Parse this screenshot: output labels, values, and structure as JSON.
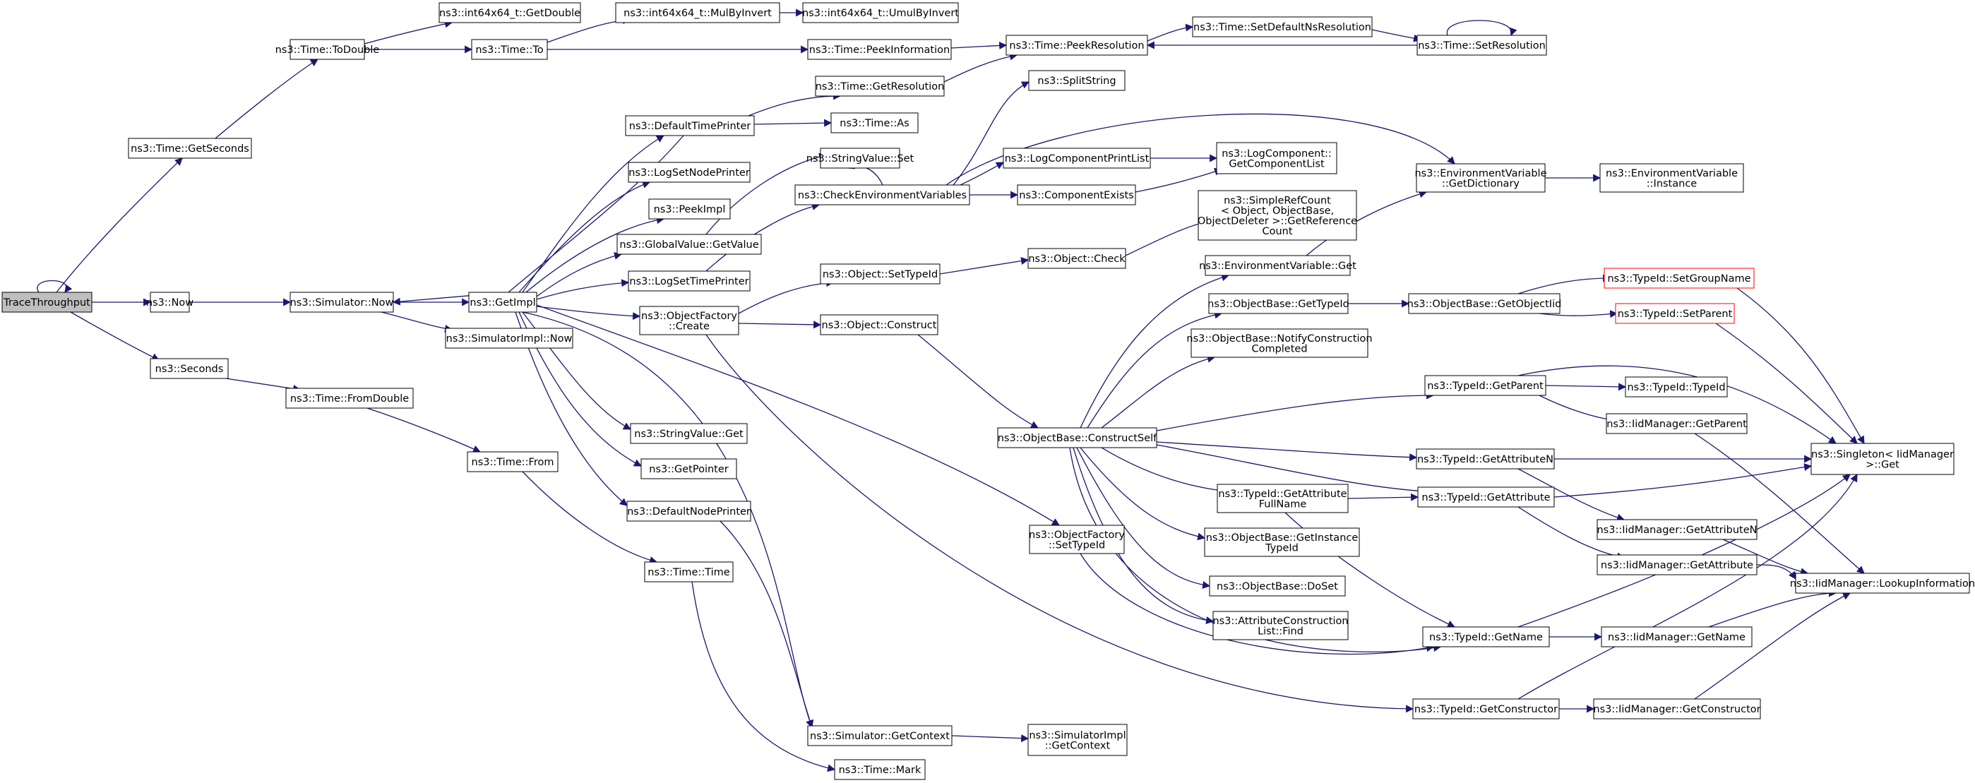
{
  "colors": {
    "edge": "#191970",
    "root_fill": "#bfbfbf",
    "node_border": "#000000",
    "link_border_red": "#ff0000"
  },
  "nodes": [
    {
      "id": "n0",
      "lines": [
        "TraceThroughput"
      ],
      "style": "root"
    },
    {
      "id": "n1",
      "lines": [
        "ns3::Time::GetSeconds"
      ]
    },
    {
      "id": "n2",
      "lines": [
        "ns3::Now"
      ]
    },
    {
      "id": "n3",
      "lines": [
        "ns3::Seconds"
      ]
    },
    {
      "id": "n4",
      "lines": [
        "ns3::Time::ToDouble"
      ]
    },
    {
      "id": "n5",
      "lines": [
        "ns3::Simulator::Now"
      ]
    },
    {
      "id": "n6",
      "lines": [
        "ns3::Time::FromDouble"
      ]
    },
    {
      "id": "n7",
      "lines": [
        "ns3::int64x64_t::GetDouble"
      ]
    },
    {
      "id": "n8",
      "lines": [
        "ns3::Time::To"
      ]
    },
    {
      "id": "n9",
      "lines": [
        "ns3::GetImpl"
      ]
    },
    {
      "id": "n10",
      "lines": [
        "ns3::SimulatorImpl::Now"
      ]
    },
    {
      "id": "n11",
      "lines": [
        "ns3::Time::From"
      ]
    },
    {
      "id": "n12",
      "lines": [
        "ns3::int64x64_t::MulByInvert"
      ]
    },
    {
      "id": "n13",
      "lines": [
        "ns3::int64x64_t::UmulByInvert"
      ]
    },
    {
      "id": "n14",
      "lines": [
        "ns3::Time::PeekInformation"
      ]
    },
    {
      "id": "n15",
      "lines": [
        "ns3::Time::PeekResolution"
      ]
    },
    {
      "id": "n16",
      "lines": [
        "ns3::Time::SetDefaultNsResolution"
      ]
    },
    {
      "id": "n17",
      "lines": [
        "ns3::Time::SetResolution"
      ]
    },
    {
      "id": "n18",
      "lines": [
        "ns3::Time::GetResolution"
      ]
    },
    {
      "id": "n19",
      "lines": [
        "ns3::DefaultTimePrinter"
      ]
    },
    {
      "id": "n20",
      "lines": [
        "ns3::Time::As"
      ]
    },
    {
      "id": "n21",
      "lines": [
        "ns3::SplitString"
      ]
    },
    {
      "id": "n22",
      "lines": [
        "ns3::LogSetNodePrinter"
      ]
    },
    {
      "id": "n23",
      "lines": [
        "ns3::StringValue::Set"
      ]
    },
    {
      "id": "n24",
      "lines": [
        "ns3::LogComponentPrintList"
      ]
    },
    {
      "id": "n25",
      "lines": [
        "ns3::LogComponent::",
        "GetComponentList"
      ]
    },
    {
      "id": "n26",
      "lines": [
        "ns3::EnvironmentVariable",
        "::GetDictionary"
      ]
    },
    {
      "id": "n27",
      "lines": [
        "ns3::EnvironmentVariable",
        "::Instance"
      ]
    },
    {
      "id": "n28",
      "lines": [
        "ns3::PeekImpl"
      ]
    },
    {
      "id": "n29",
      "lines": [
        "ns3::CheckEnvironmentVariables"
      ]
    },
    {
      "id": "n30",
      "lines": [
        "ns3::ComponentExists"
      ]
    },
    {
      "id": "n31",
      "lines": [
        "ns3::GlobalValue::GetValue"
      ]
    },
    {
      "id": "n32",
      "lines": [
        "ns3::SimpleRefCount",
        "< Object, ObjectBase,",
        "ObjectDeleter >::GetReference",
        "Count"
      ]
    },
    {
      "id": "n33",
      "lines": [
        "ns3::Object::SetTypeId"
      ]
    },
    {
      "id": "n34",
      "lines": [
        "ns3::Object::Check"
      ]
    },
    {
      "id": "n35",
      "lines": [
        "ns3::LogSetTimePrinter"
      ]
    },
    {
      "id": "n36",
      "lines": [
        "ns3::EnvironmentVariable::Get"
      ]
    },
    {
      "id": "n37",
      "lines": [
        "ns3::TypeId::SetGroupName"
      ],
      "style": "red"
    },
    {
      "id": "n38",
      "lines": [
        "ns3::ObjectBase::GetTypeId"
      ]
    },
    {
      "id": "n39",
      "lines": [
        "ns3::ObjectBase::GetObjectIid"
      ]
    },
    {
      "id": "n40",
      "lines": [
        "ns3::ObjectFactory",
        "::Create"
      ]
    },
    {
      "id": "n41",
      "lines": [
        "ns3::TypeId::SetParent"
      ],
      "style": "red"
    },
    {
      "id": "n42",
      "lines": [
        "ns3::Object::Construct"
      ]
    },
    {
      "id": "n43",
      "lines": [
        "ns3::ObjectBase::NotifyConstruction",
        "Completed"
      ]
    },
    {
      "id": "n44",
      "lines": [
        "ns3::TypeId::GetParent"
      ]
    },
    {
      "id": "n45",
      "lines": [
        "ns3::TypeId::TypeId"
      ]
    },
    {
      "id": "n46",
      "lines": [
        "ns3::IidManager::GetParent"
      ]
    },
    {
      "id": "n47",
      "lines": [
        "ns3::ObjectBase::ConstructSelf"
      ]
    },
    {
      "id": "n48",
      "lines": [
        "ns3::StringValue::Get"
      ]
    },
    {
      "id": "n49",
      "lines": [
        "ns3::Singleton< IidManager",
        ">::Get"
      ]
    },
    {
      "id": "n50",
      "lines": [
        "ns3::TypeId::GetAttributeN"
      ]
    },
    {
      "id": "n51",
      "lines": [
        "ns3::GetPointer"
      ]
    },
    {
      "id": "n52",
      "lines": [
        "ns3::TypeId::GetAttribute",
        "FullName"
      ]
    },
    {
      "id": "n53",
      "lines": [
        "ns3::TypeId::GetAttribute"
      ]
    },
    {
      "id": "n54",
      "lines": [
        "ns3::DefaultNodePrinter"
      ]
    },
    {
      "id": "n55",
      "lines": [
        "ns3::IidManager::GetAttributeN"
      ]
    },
    {
      "id": "n56",
      "lines": [
        "ns3::ObjectFactory",
        "::SetTypeId"
      ]
    },
    {
      "id": "n57",
      "lines": [
        "ns3::ObjectBase::GetInstance",
        "TypeId"
      ]
    },
    {
      "id": "n58",
      "lines": [
        "ns3::IidManager::GetAttribute"
      ]
    },
    {
      "id": "n59",
      "lines": [
        "ns3::Time::Time"
      ]
    },
    {
      "id": "n60",
      "lines": [
        "ns3::IidManager::LookupInformation"
      ]
    },
    {
      "id": "n61",
      "lines": [
        "ns3::ObjectBase::DoSet"
      ]
    },
    {
      "id": "n62",
      "lines": [
        "ns3::AttributeConstruction",
        "List::Find"
      ]
    },
    {
      "id": "n63",
      "lines": [
        "ns3::TypeId::GetName"
      ]
    },
    {
      "id": "n64",
      "lines": [
        "ns3::IidManager::GetName"
      ]
    },
    {
      "id": "n65",
      "lines": [
        "ns3::TypeId::GetConstructor"
      ]
    },
    {
      "id": "n66",
      "lines": [
        "ns3::IidManager::GetConstructor"
      ]
    },
    {
      "id": "n67",
      "lines": [
        "ns3::Simulator::GetContext"
      ]
    },
    {
      "id": "n68",
      "lines": [
        "ns3::SimulatorImpl",
        "::GetContext"
      ]
    },
    {
      "id": "n69",
      "lines": [
        "ns3::Time::Mark"
      ]
    }
  ]
}
